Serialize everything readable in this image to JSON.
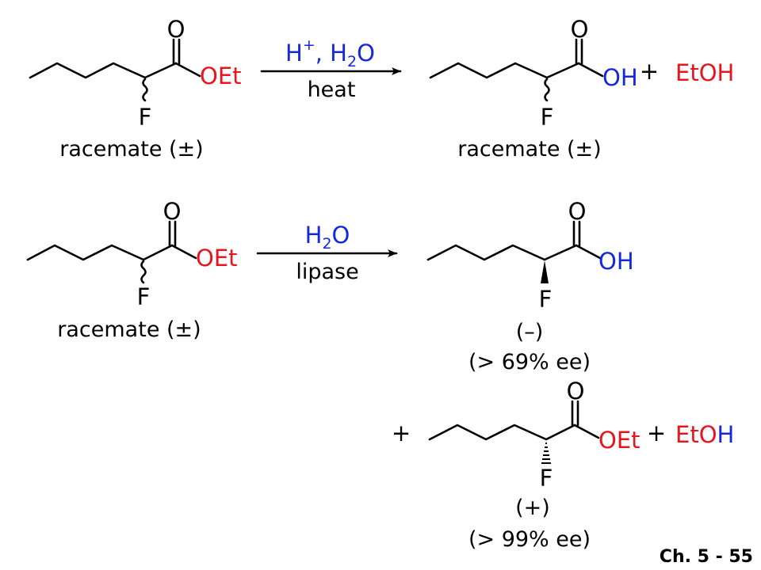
{
  "colors": {
    "black": "#000000",
    "red": "#e8141e",
    "blue": "#1428dc"
  },
  "reaction1": {
    "reactant": {
      "carbonyl_o": "O",
      "ester_group": "OEt",
      "fluorine": "F",
      "label": "racemate (±)"
    },
    "conditions": {
      "reagent_h": "H",
      "reagent_plus": "+",
      "reagent_sep": ", ",
      "reagent_h2": "H",
      "reagent_sub": "2",
      "reagent_o": "O",
      "below": "heat"
    },
    "product": {
      "carbonyl_o": "O",
      "acid_group": "OH",
      "fluorine": "F",
      "label": "racemate (±)"
    },
    "plus": "+",
    "byproduct": {
      "et": "EtO",
      "h": "H"
    }
  },
  "reaction2": {
    "reactant": {
      "carbonyl_o": "O",
      "ester_group": "OEt",
      "fluorine": "F",
      "label": "racemate (±)"
    },
    "conditions": {
      "reagent_h": "H",
      "reagent_sub": "2",
      "reagent_o": "O",
      "below": "lipase"
    },
    "product_acid": {
      "carbonyl_o": "O",
      "acid_group": "OH",
      "fluorine": "F",
      "rotation": "(–)",
      "ee": "(> 69% ee)"
    },
    "plus_leading": "+",
    "product_ester": {
      "carbonyl_o": "O",
      "ester_group": "OEt",
      "fluorine": "F",
      "rotation": "(+)",
      "ee": "(> 99% ee)"
    },
    "plus_trailing": "+",
    "byproduct": {
      "et": "EtO",
      "h": "H"
    }
  },
  "footer": {
    "slide_ref": "Ch. 5 - 55"
  }
}
